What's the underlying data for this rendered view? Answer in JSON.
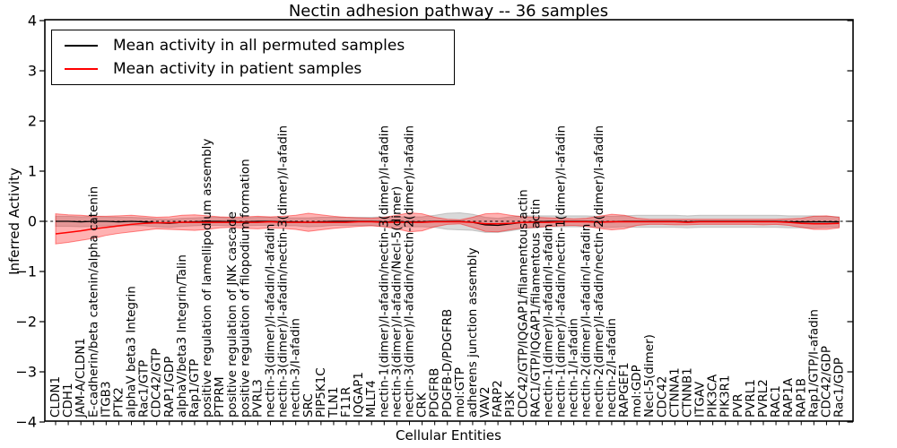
{
  "figure": {
    "title": "Nectin adhesion pathway -- 36 samples",
    "xlabel": "Cellular Entities",
    "ylabel": "Inferred Activity",
    "background": "#ffffff",
    "frame_color": "#000000"
  },
  "legend": {
    "items": [
      {
        "label": "Mean activity in all permuted samples",
        "color": "#000000"
      },
      {
        "label": "Mean activity in patient samples",
        "color": "#ff0000"
      }
    ]
  },
  "chart_data": {
    "type": "line",
    "title": "Nectin adhesion pathway -- 36 samples",
    "xlabel": "Cellular Entities",
    "ylabel": "Inferred Activity",
    "ylim": [
      -4,
      4
    ],
    "grid": false,
    "legend_position": "upper left",
    "zero_line": {
      "style": "dashed",
      "color": "#000000",
      "y": 0
    },
    "yticks": [
      {
        "v": 4,
        "label": "4"
      },
      {
        "v": 3,
        "label": "3"
      },
      {
        "v": 2,
        "label": "2"
      },
      {
        "v": 1,
        "label": "1"
      },
      {
        "v": 0,
        "label": "0"
      },
      {
        "v": -1,
        "label": "−1"
      },
      {
        "v": -2,
        "label": "−2"
      },
      {
        "v": -3,
        "label": "−3"
      },
      {
        "v": -4,
        "label": "−4"
      }
    ],
    "categories": [
      "CLDN1",
      "CDH1",
      "JAM-A/CLDN1",
      "E-cadherin/beta catenin/alpha catenin",
      "ITGB3",
      "PTK2",
      "alphaV beta3 Integrin",
      "Rac1/GTP",
      "CDC42/GTP",
      "RAP1/GDP",
      "alphaV/beta3 Integrin/Talin",
      "Rap1/GTP",
      "positive regulation of lamellipodium assembly",
      "PTPRM",
      "positive regulation of JNK cascade",
      "positive regulation of filopodium formation",
      "PVRL3",
      "nectin-3(dimer)/I-afadin/I-afadin",
      "nectin-3(dimer)/I-afadin/nectin-3(dimer)/I-afadin",
      "nectin-3/I-afadin",
      "SRC",
      "PIP5K1C",
      "TLN1",
      "F11R",
      "IQGAP1",
      "MLLT4",
      "nectin-1(dimer)/I-afadin/nectin-3(dimer)/I-afadin",
      "nectin-3(dimer)/I-afadin/Necl-5(dimer)",
      "nectin-3(dimer)/I-afadin/nectin-2(dimer)/I-afadin",
      "CRK",
      "PDGFRB",
      "PDGFB-D/PDGFRB",
      "mol:GTP",
      "adherens junction assembly",
      "VAV2",
      "FARP2",
      "PI3K",
      "CDC42/GTP/IQGAP1/filamentous actin",
      "RAC1/GTP/IQGAP1/filamentous actin",
      "nectin-1(dimer)/I-afadin/I-afadin",
      "nectin-1(dimer)/I-afadin/nectin-1(dimer)/I-afadin",
      "nectin-1/I-afadin",
      "nectin-2(dimer)/I-afadin/I-afadin",
      "nectin-2(dimer)/I-afadin/nectin-2(dimer)/I-afadin",
      "nectin-2/I-afadin",
      "RAPGEF1",
      "mol:GDP",
      "Necl-5(dimer)",
      "CDC42",
      "CTNNA1",
      "CTNNB1",
      "ITGAV",
      "PIK3CA",
      "PIK3R1",
      "PVR",
      "PVRL1",
      "PVRL2",
      "RAC1",
      "RAP1A",
      "RAP1B",
      "Rap1/GTP/I-afadin",
      "CDC42/GDP",
      "Rac1/GDP"
    ],
    "series": [
      {
        "name": "Mean activity in all permuted samples",
        "color": "#000000",
        "values": [
          0,
          0,
          -0.01,
          0,
          0,
          -0.01,
          0,
          -0.01,
          -0.03,
          -0.04,
          -0.02,
          -0.01,
          0,
          0,
          -0.01,
          -0.01,
          0,
          0,
          -0.01,
          -0.01,
          -0.02,
          -0.01,
          0,
          0,
          0,
          0,
          -0.01,
          -0.01,
          -0.01,
          -0.01,
          0,
          0,
          0,
          -0.02,
          -0.07,
          -0.08,
          -0.05,
          -0.02,
          -0.01,
          0,
          0,
          0,
          0,
          -0.01,
          -0.01,
          0,
          0,
          0,
          0,
          0,
          -0.01,
          0,
          0,
          0,
          0,
          0,
          0,
          0,
          -0.01,
          -0.01,
          -0.01,
          -0.01,
          -0.01
        ]
      },
      {
        "name": "Mean activity in patient samples",
        "color": "#ff0000",
        "values": [
          -0.25,
          -0.22,
          -0.19,
          -0.15,
          -0.12,
          -0.09,
          -0.06,
          -0.04,
          -0.03,
          -0.03,
          -0.02,
          -0.02,
          -0.02,
          -0.02,
          -0.02,
          -0.02,
          -0.02,
          -0.01,
          -0.02,
          -0.02,
          -0.02,
          -0.02,
          -0.02,
          -0.02,
          -0.01,
          -0.01,
          -0.02,
          -0.02,
          -0.02,
          -0.02,
          -0.01,
          -0.01,
          -0.01,
          -0.02,
          -0.05,
          -0.05,
          -0.04,
          -0.02,
          -0.02,
          -0.02,
          -0.01,
          -0.01,
          -0.01,
          -0.02,
          -0.01,
          -0.01,
          -0.01,
          -0.01,
          -0.01,
          -0.01,
          -0.02,
          -0.01,
          -0.01,
          -0.01,
          -0.01,
          -0.01,
          -0.01,
          -0.01,
          -0.02,
          -0.04,
          -0.05,
          -0.05,
          -0.04
        ]
      }
    ],
    "bands": [
      {
        "name": "permuted-std-band",
        "fill": "rgba(120,120,120,0.28)",
        "edge": "rgba(120,120,120,0.35)",
        "upper": [
          0.1,
          0.1,
          0.09,
          0.1,
          0.09,
          0.08,
          0.08,
          0.07,
          0.05,
          0.04,
          0.06,
          0.07,
          0.08,
          0.08,
          0.07,
          0.07,
          0.08,
          0.08,
          0.07,
          0.07,
          0.07,
          0.08,
          0.08,
          0.08,
          0.08,
          0.08,
          0.09,
          0.09,
          0.09,
          0.09,
          0.12,
          0.16,
          0.17,
          0.14,
          0.08,
          0.06,
          0.09,
          0.11,
          0.11,
          0.11,
          0.11,
          0.11,
          0.11,
          0.1,
          0.1,
          0.11,
          0.12,
          0.12,
          0.12,
          0.12,
          0.11,
          0.12,
          0.12,
          0.12,
          0.12,
          0.12,
          0.12,
          0.12,
          0.11,
          0.11,
          0.11,
          0.1,
          0.09
        ],
        "lower": [
          -0.1,
          -0.1,
          -0.11,
          -0.1,
          -0.09,
          -0.1,
          -0.08,
          -0.09,
          -0.11,
          -0.12,
          -0.1,
          -0.09,
          -0.08,
          -0.08,
          -0.09,
          -0.09,
          -0.08,
          -0.08,
          -0.09,
          -0.09,
          -0.11,
          -0.1,
          -0.08,
          -0.08,
          -0.08,
          -0.08,
          -0.11,
          -0.11,
          -0.11,
          -0.11,
          -0.12,
          -0.16,
          -0.17,
          -0.18,
          -0.22,
          -0.22,
          -0.19,
          -0.15,
          -0.13,
          -0.11,
          -0.11,
          -0.11,
          -0.11,
          -0.12,
          -0.12,
          -0.11,
          -0.12,
          -0.12,
          -0.12,
          -0.12,
          -0.13,
          -0.12,
          -0.12,
          -0.12,
          -0.12,
          -0.12,
          -0.12,
          -0.12,
          -0.13,
          -0.13,
          -0.13,
          -0.12,
          -0.11
        ]
      },
      {
        "name": "patient-std-band",
        "fill": "rgba(255,0,0,0.30)",
        "edge": "rgba(255,0,0,0.45)",
        "upper": [
          0.15,
          0.13,
          0.12,
          0.1,
          0.1,
          0.11,
          0.12,
          0.1,
          0.08,
          0.09,
          0.12,
          0.13,
          0.11,
          0.09,
          0.08,
          0.09,
          0.1,
          0.09,
          0.1,
          0.12,
          0.16,
          0.13,
          0.1,
          0.08,
          0.07,
          0.06,
          0.08,
          0.12,
          0.17,
          0.15,
          0.08,
          0.04,
          0.03,
          0.08,
          0.15,
          0.16,
          0.12,
          0.09,
          0.08,
          0.07,
          0.06,
          0.05,
          0.06,
          0.1,
          0.14,
          0.12,
          0.06,
          0.04,
          0.04,
          0.04,
          0.04,
          0.04,
          0.04,
          0.04,
          0.04,
          0.04,
          0.04,
          0.04,
          0.05,
          0.06,
          0.1,
          0.11,
          0.08
        ],
        "lower": [
          -0.45,
          -0.42,
          -0.38,
          -0.34,
          -0.28,
          -0.24,
          -0.21,
          -0.18,
          -0.15,
          -0.16,
          -0.17,
          -0.18,
          -0.16,
          -0.13,
          -0.12,
          -0.14,
          -0.15,
          -0.13,
          -0.14,
          -0.16,
          -0.2,
          -0.17,
          -0.14,
          -0.12,
          -0.1,
          -0.09,
          -0.11,
          -0.15,
          -0.21,
          -0.19,
          -0.11,
          -0.06,
          -0.05,
          -0.12,
          -0.2,
          -0.21,
          -0.17,
          -0.13,
          -0.12,
          -0.1,
          -0.09,
          -0.08,
          -0.1,
          -0.14,
          -0.17,
          -0.15,
          -0.08,
          -0.06,
          -0.06,
          -0.07,
          -0.07,
          -0.06,
          -0.06,
          -0.06,
          -0.06,
          -0.06,
          -0.07,
          -0.06,
          -0.08,
          -0.12,
          -0.16,
          -0.16,
          -0.13
        ]
      }
    ]
  }
}
